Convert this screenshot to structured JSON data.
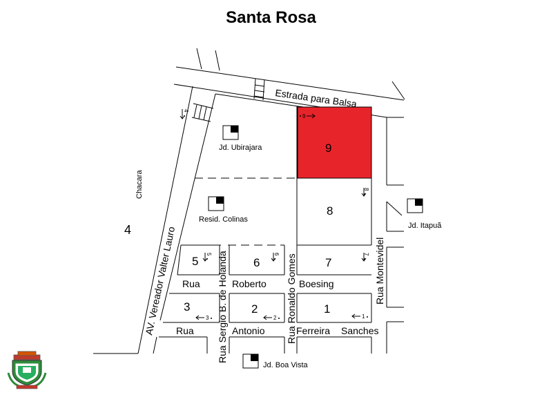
{
  "title": "Santa Rosa",
  "colors": {
    "highlight": "#e8242b",
    "line": "#000000",
    "background": "#ffffff"
  },
  "streets": {
    "estrada": "Estrada para Balsa",
    "av_vereador": "AV. Vereador Valter Lauro",
    "rua_sergio": "Rua Sergio B. de Holanda",
    "rua_ronaldo": "Rua Ronaldo Gomes",
    "rua_montevidel": "Rua Montevidel",
    "rua_roberto_1": "Rua",
    "rua_roberto_2": "Roberto",
    "rua_roberto_3": "Boesing",
    "rua_antonio_1": "Rua",
    "rua_antonio_2": "Antonio",
    "rua_antonio_3": "Ferreira",
    "rua_antonio_4": "Sanches"
  },
  "areas": {
    "chacara": "Chacara",
    "chacara_num": "4",
    "ubirajara": "Jd. Ubirajara",
    "colinas": "Resid. Colinas",
    "itapua": "Jd. Itapuã",
    "boa_vista": "Jd. Boa Vista"
  },
  "lots": {
    "l1": "1",
    "l2": "2",
    "l3": "3",
    "l5": "5",
    "l6": "6",
    "l7": "7",
    "l8": "8",
    "l9": "9"
  },
  "markers": {
    "m1": "1",
    "m2": "2",
    "m3": "3",
    "m4": "4",
    "m5": "5",
    "m6": "6",
    "m7": "7",
    "m8": "8",
    "m9": "9"
  }
}
